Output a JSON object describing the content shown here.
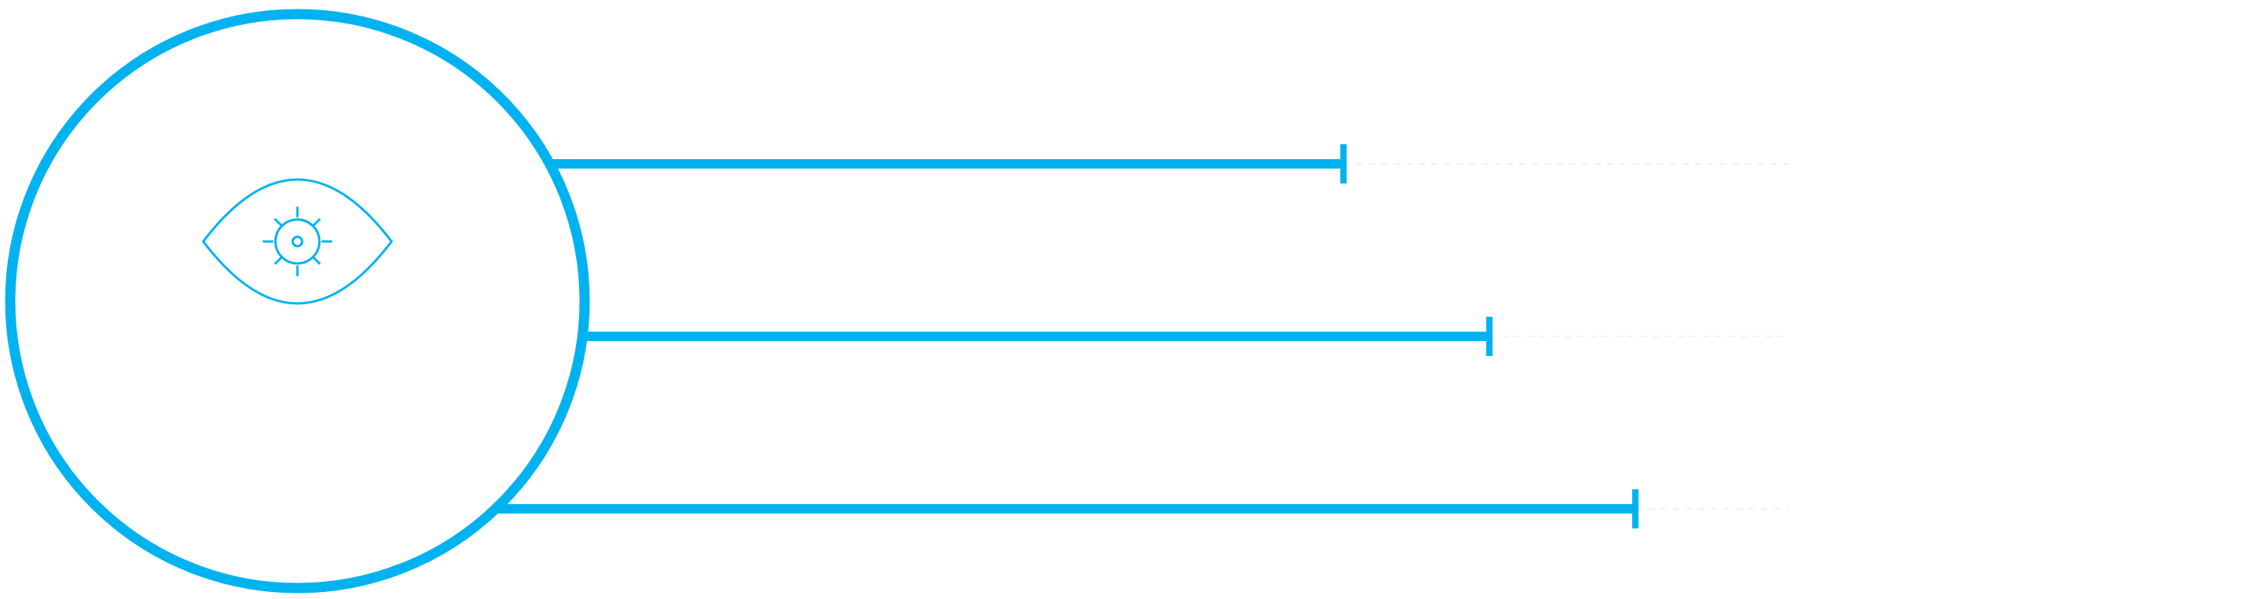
{
  "colors": {
    "accent": "#00B3F0",
    "background": "#FFFFFF",
    "dotted_track": "#EEF3F6"
  },
  "hub": {
    "icon": "eye-with-sun-icon"
  },
  "bars": [
    {
      "id": "bar-1",
      "fill_fraction": 0.75
    },
    {
      "id": "bar-2",
      "fill_fraction": 0.83
    },
    {
      "id": "bar-3",
      "fill_fraction": 0.91
    }
  ]
}
